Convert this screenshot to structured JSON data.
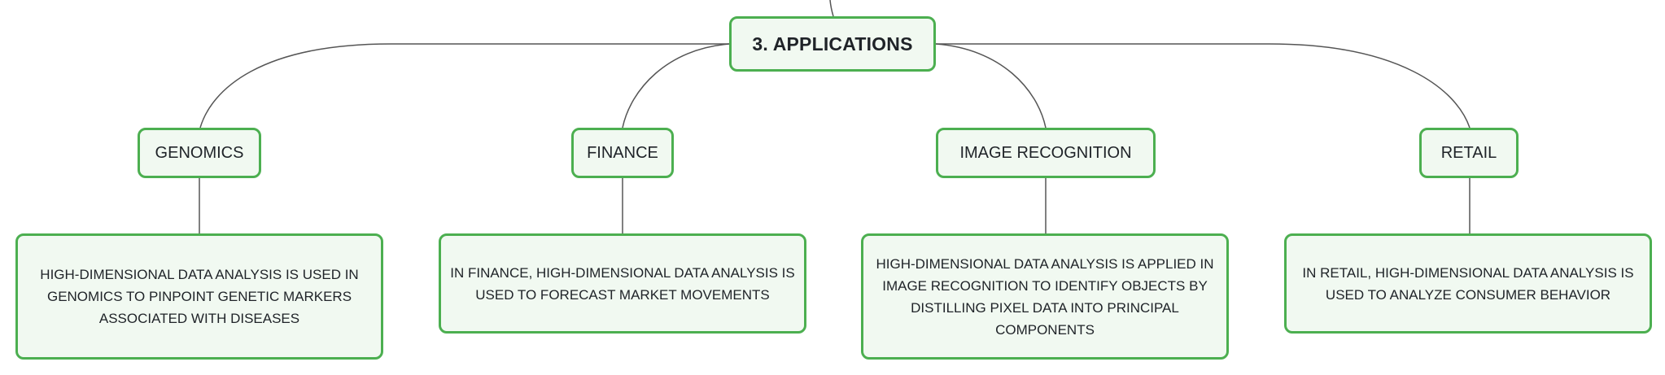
{
  "root": {
    "label": "3. APPLICATIONS"
  },
  "branches": [
    {
      "label": "GENOMICS",
      "detail": "HIGH-DIMENSIONAL DATA ANALYSIS IS USED IN GENOMICS TO PINPOINT GENETIC MARKERS ASSOCIATED WITH DISEASES"
    },
    {
      "label": "FINANCE",
      "detail": "IN FINANCE, HIGH-DIMENSIONAL DATA ANALYSIS IS USED TO FORECAST MARKET MOVEMENTS"
    },
    {
      "label": "IMAGE RECOGNITION",
      "detail": "HIGH-DIMENSIONAL DATA ANALYSIS IS APPLIED IN IMAGE RECOGNITION TO IDENTIFY OBJECTS BY DISTILLING PIXEL DATA INTO PRINCIPAL COMPONENTS"
    },
    {
      "label": "RETAIL",
      "detail": "IN RETAIL, HIGH-DIMENSIONAL DATA ANALYSIS IS USED TO ANALYZE CONSUMER BEHAVIOR"
    }
  ],
  "colors": {
    "node_border": "#4caf50",
    "node_fill": "#f1f9f1",
    "connector": "#555555"
  }
}
